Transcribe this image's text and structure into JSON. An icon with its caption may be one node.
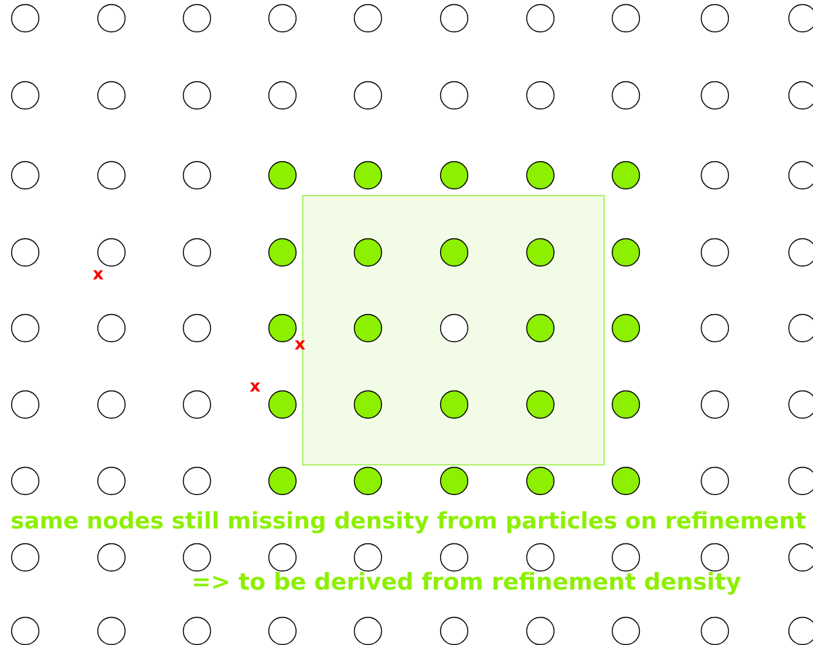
{
  "diagram": {
    "labels": [
      "x",
      "x",
      "x",
      "same nodes still missing density from particles on refinement",
      "=> to be derived from refinement density"
    ]
  }
}
